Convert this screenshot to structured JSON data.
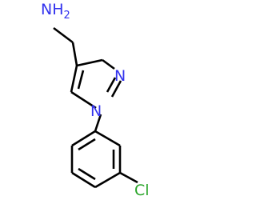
{
  "molecule": {
    "atoms": {
      "amine": {
        "element": "N",
        "hydrogens": "H",
        "hydrogen_count": "2"
      },
      "pyrazole_n1": {
        "element": "N"
      },
      "pyrazole_n2": {
        "element": "N"
      },
      "chloro": {
        "element": "Cl"
      }
    },
    "colors": {
      "nitrogen": "#3333ee",
      "chlorine": "#2aa52a",
      "bond": "#000000"
    }
  }
}
